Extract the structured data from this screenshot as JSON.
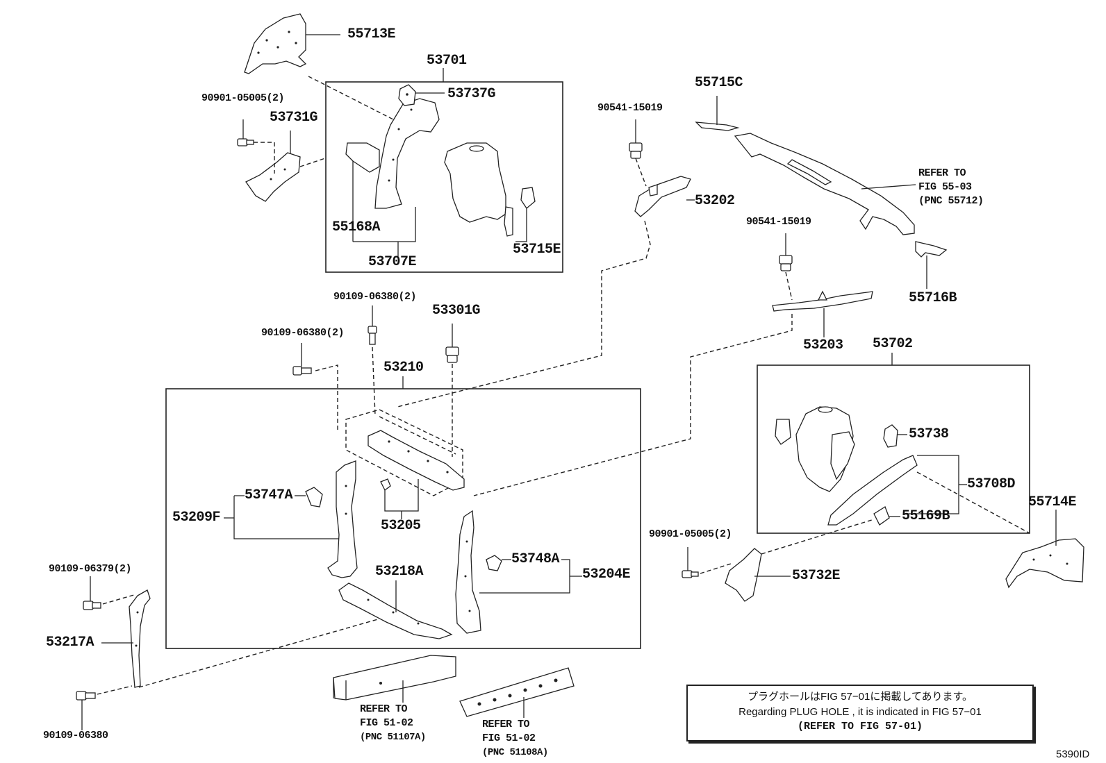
{
  "diagram_id": "5390ID",
  "note": {
    "line1": "プラグホールはFIG 57−01に掲載してあります。",
    "line2": "Regarding PLUG HOLE , it is indicated in FIG 57−01",
    "line3": "(REFER TO FIG 57-01)"
  },
  "labels": {
    "p55713E": "55713E",
    "p53701": "53701",
    "p53737G": "53737G",
    "p90901_left": "90901-05005(2)",
    "p53731G": "53731G",
    "p55168A": "55168A",
    "p53707E": "53707E",
    "p53715E": "53715E",
    "p90541_a": "90541-15019",
    "p53202": "53202",
    "p55715C": "55715C",
    "refer_55_line1": "REFER TO",
    "refer_55_line2": "FIG 55-03",
    "refer_55_line3": "(PNC 55712)",
    "p90541_b": "90541-15019",
    "p55716B": "55716B",
    "p53203": "53203",
    "p53702": "53702",
    "p90109_top": "90109-06380(2)",
    "p53301G": "53301G",
    "p90109_mid": "90109-06380(2)",
    "p53210": "53210",
    "p53747A": "53747A",
    "p53209F": "53209F",
    "p53205": "53205",
    "p53218A": "53218A",
    "p53748A": "53748A",
    "p53204E": "53204E",
    "p53738": "53738",
    "p53708D": "53708D",
    "p55169B": "55169B",
    "p55714E": "55714E",
    "p90901_right": "90901-05005(2)",
    "p53732E": "53732E",
    "p90109_06379": "90109-06379(2)",
    "p53217A": "53217A",
    "p90109_bottom": "90109-06380",
    "refer_51a_line1": "REFER TO",
    "refer_51a_line2": "FIG 51-02",
    "refer_51a_line3": "(PNC 51107A)",
    "refer_51b_line1": "REFER TO",
    "refer_51b_line2": "FIG 51-02",
    "refer_51b_line3": "(PNC 51108A)"
  }
}
